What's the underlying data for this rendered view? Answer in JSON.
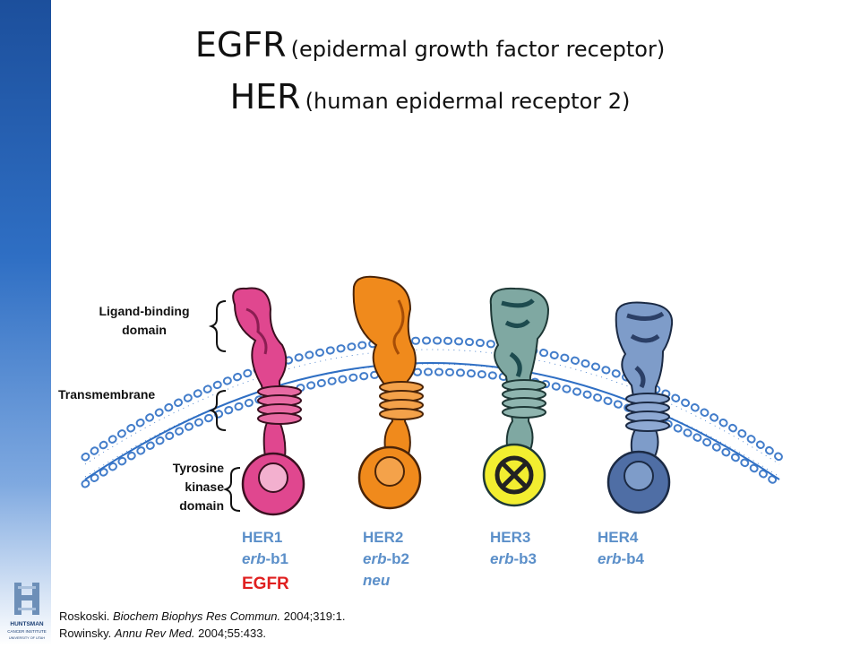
{
  "title": {
    "line1_main": "EGFR",
    "line1_sub": "(epidermal growth factor receptor)",
    "line2_main": "HER",
    "line2_sub": "(human epidermal receptor 2)"
  },
  "labels": {
    "ligand_line1": "Ligand-binding",
    "ligand_line2": "domain",
    "transmembrane": "Transmembrane",
    "tk_line1": "Tyrosine",
    "tk_line2": "kinase",
    "tk_line3": "domain"
  },
  "receptors": [
    {
      "name": "HER1",
      "gene_italic": "erb",
      "gene_suffix": "-b1",
      "extra": "EGFR",
      "color": "#e0478f"
    },
    {
      "name": "HER2",
      "gene_italic": "erb",
      "gene_suffix": "-b2",
      "extra": "neu",
      "color": "#f08a1c"
    },
    {
      "name": "HER3",
      "gene_italic": "erb",
      "gene_suffix": "-b3",
      "extra": "",
      "color": "#6c9a93"
    },
    {
      "name": "HER4",
      "gene_italic": "erb",
      "gene_suffix": "-b4",
      "extra": "",
      "color": "#5c7fb3"
    }
  ],
  "references": {
    "ref1_author": "Roskoski.",
    "ref1_journal": "Biochem Biophys Res Commun.",
    "ref1_detail": "2004;319:1.",
    "ref2_author": "Rowinsky.",
    "ref2_journal": "Annu Rev Med.",
    "ref2_detail": "2004;55:433."
  },
  "logo": {
    "line1": "HUNTSMAN",
    "line2": "CANCER INSTITUTE",
    "line3": "UNIVERSITY OF UTAH"
  },
  "colors": {
    "label_blue": "#5b8fc9",
    "egfr_red": "#e02020",
    "membrane": "#2f6fc4",
    "inactive_yellow": "#f2ee30"
  }
}
